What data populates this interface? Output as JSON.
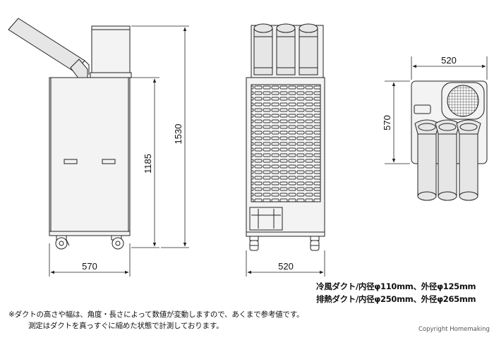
{
  "dimensions": {
    "side_width": "570",
    "side_body_height": "1185",
    "total_height": "1530",
    "front_width": "520",
    "top_width": "520",
    "top_depth": "570"
  },
  "specs": {
    "cold_duct": "冷風ダクト/内径φ110mm、外径φ125mm",
    "exhaust_duct": "排熱ダクト/内径φ250mm、外径φ265mm"
  },
  "notes": {
    "line1": "※ダクトの高さや幅は、角度・長さによって数値が変動しますので、あくまで参考値です。",
    "line2": "測定はダクトを真っすぐに縮めた状態で計測しております。"
  },
  "copyright": "Copyright  Homemaking",
  "colors": {
    "body_fill": "#f3f3f3",
    "duct_fill": "#e6e6e6",
    "line": "#222222"
  }
}
